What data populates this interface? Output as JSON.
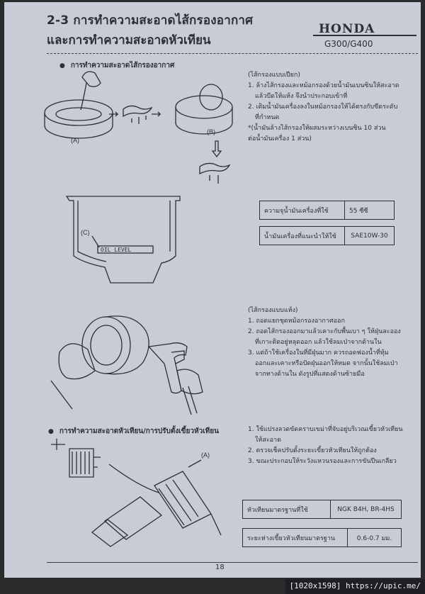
{
  "header": {
    "title_line1": "2-3 การทำความสะอาดไส้กรองอากาศ",
    "title_line2": "และการทำความสะอาดหัวเทียน",
    "brand": "HONDA",
    "model": "G300/G400"
  },
  "section_air_filter": {
    "heading": "การทำความสะอาดไส้กรองอากาศ",
    "label_a": "(A)",
    "label_b": "(B)",
    "label_c": "(C)",
    "oil_level_label": "OIL LEVEL",
    "wet_type": {
      "title": "(ไส้กรองแบบเปียก)",
      "lines": [
        "1. ล้างไส้กรองและหม้อกรองด้วยน้ำมันเบนซินให้สะอาด",
        "แล้วบีดให้แห้ง จึงนำประกอบเข้าที่",
        "2. เติมน้ำมันเครื่องลงในหม้อกรองให้ได้ตรงกับขีดระดับ",
        "ที่กำหนด",
        "*(น้ำมันล้างไส้กรองให้ผสมระหว่างเบนซิน 10 ส่วน",
        "ต่อน้ำมันเครื่อง 1 ส่วน)"
      ]
    },
    "spec_table": [
      {
        "label": "ความจุน้ำมันเครื่องที่ใช้",
        "value": "55 ซีซี"
      },
      {
        "label": "น้ำมันเครื่องที่แนะนำให้ใช้",
        "value": "SAE10W-30"
      }
    ],
    "dry_type": {
      "title": "(ไส้กรองแบบแห้ง)",
      "lines": [
        "1. ถอดแยกชุดหม้อกรองอากาศออก",
        "2. ถอดไส้กรองออกมาแล้วเคาะกับพื้นเบา ๆ ให้ฝุ่นละออง",
        "ที่เกาะติดอยู่หลุดออก แล้วใช้ลมเป่าจากด้านใน",
        "3. แต่ถ้าใช้เครื่องในที่มีฝุ่นมาก ควรถอดฟองน้ำที่หุ้ม",
        "ออกและเคาะหรือปัดฝุ่นออกให้หมด จากนั้นใช้ลมเป่า",
        "จากทางด้านใน ดังรูปที่แสดงด้านซ้ายมือ"
      ]
    }
  },
  "section_spark_plug": {
    "heading": "การทำความสะอาดหัวเทียน/การปรับตั้งเขี้ยวหัวเทียน",
    "label_a": "(A)",
    "lines": [
      "1. ใช้แปรงลวดขัดคราบเขม่าที่จับอยู่บริเวณเขี้ยวหัวเทียน",
      "ให้สะอาด",
      "2. ตรวจเช็คปรับตั้งระยะเขี้ยวหัวเทียนให้ถูกต้อง",
      "3. ขณะประกอบให้ระวังแหวนรองและการขันปีนเกลียว"
    ],
    "spec_table": [
      {
        "label": "หัวเทียนมาตรฐานที่ใช้",
        "value": "NGK B4H, BR-4HS"
      },
      {
        "label": "ระยะห่างเขี้ยวหัวเทียนมาตรฐาน",
        "value": "0.6-0.7 มม."
      }
    ]
  },
  "footer": {
    "page_number": "18"
  },
  "watermark": "[1020x1598] https://upic.me/"
}
